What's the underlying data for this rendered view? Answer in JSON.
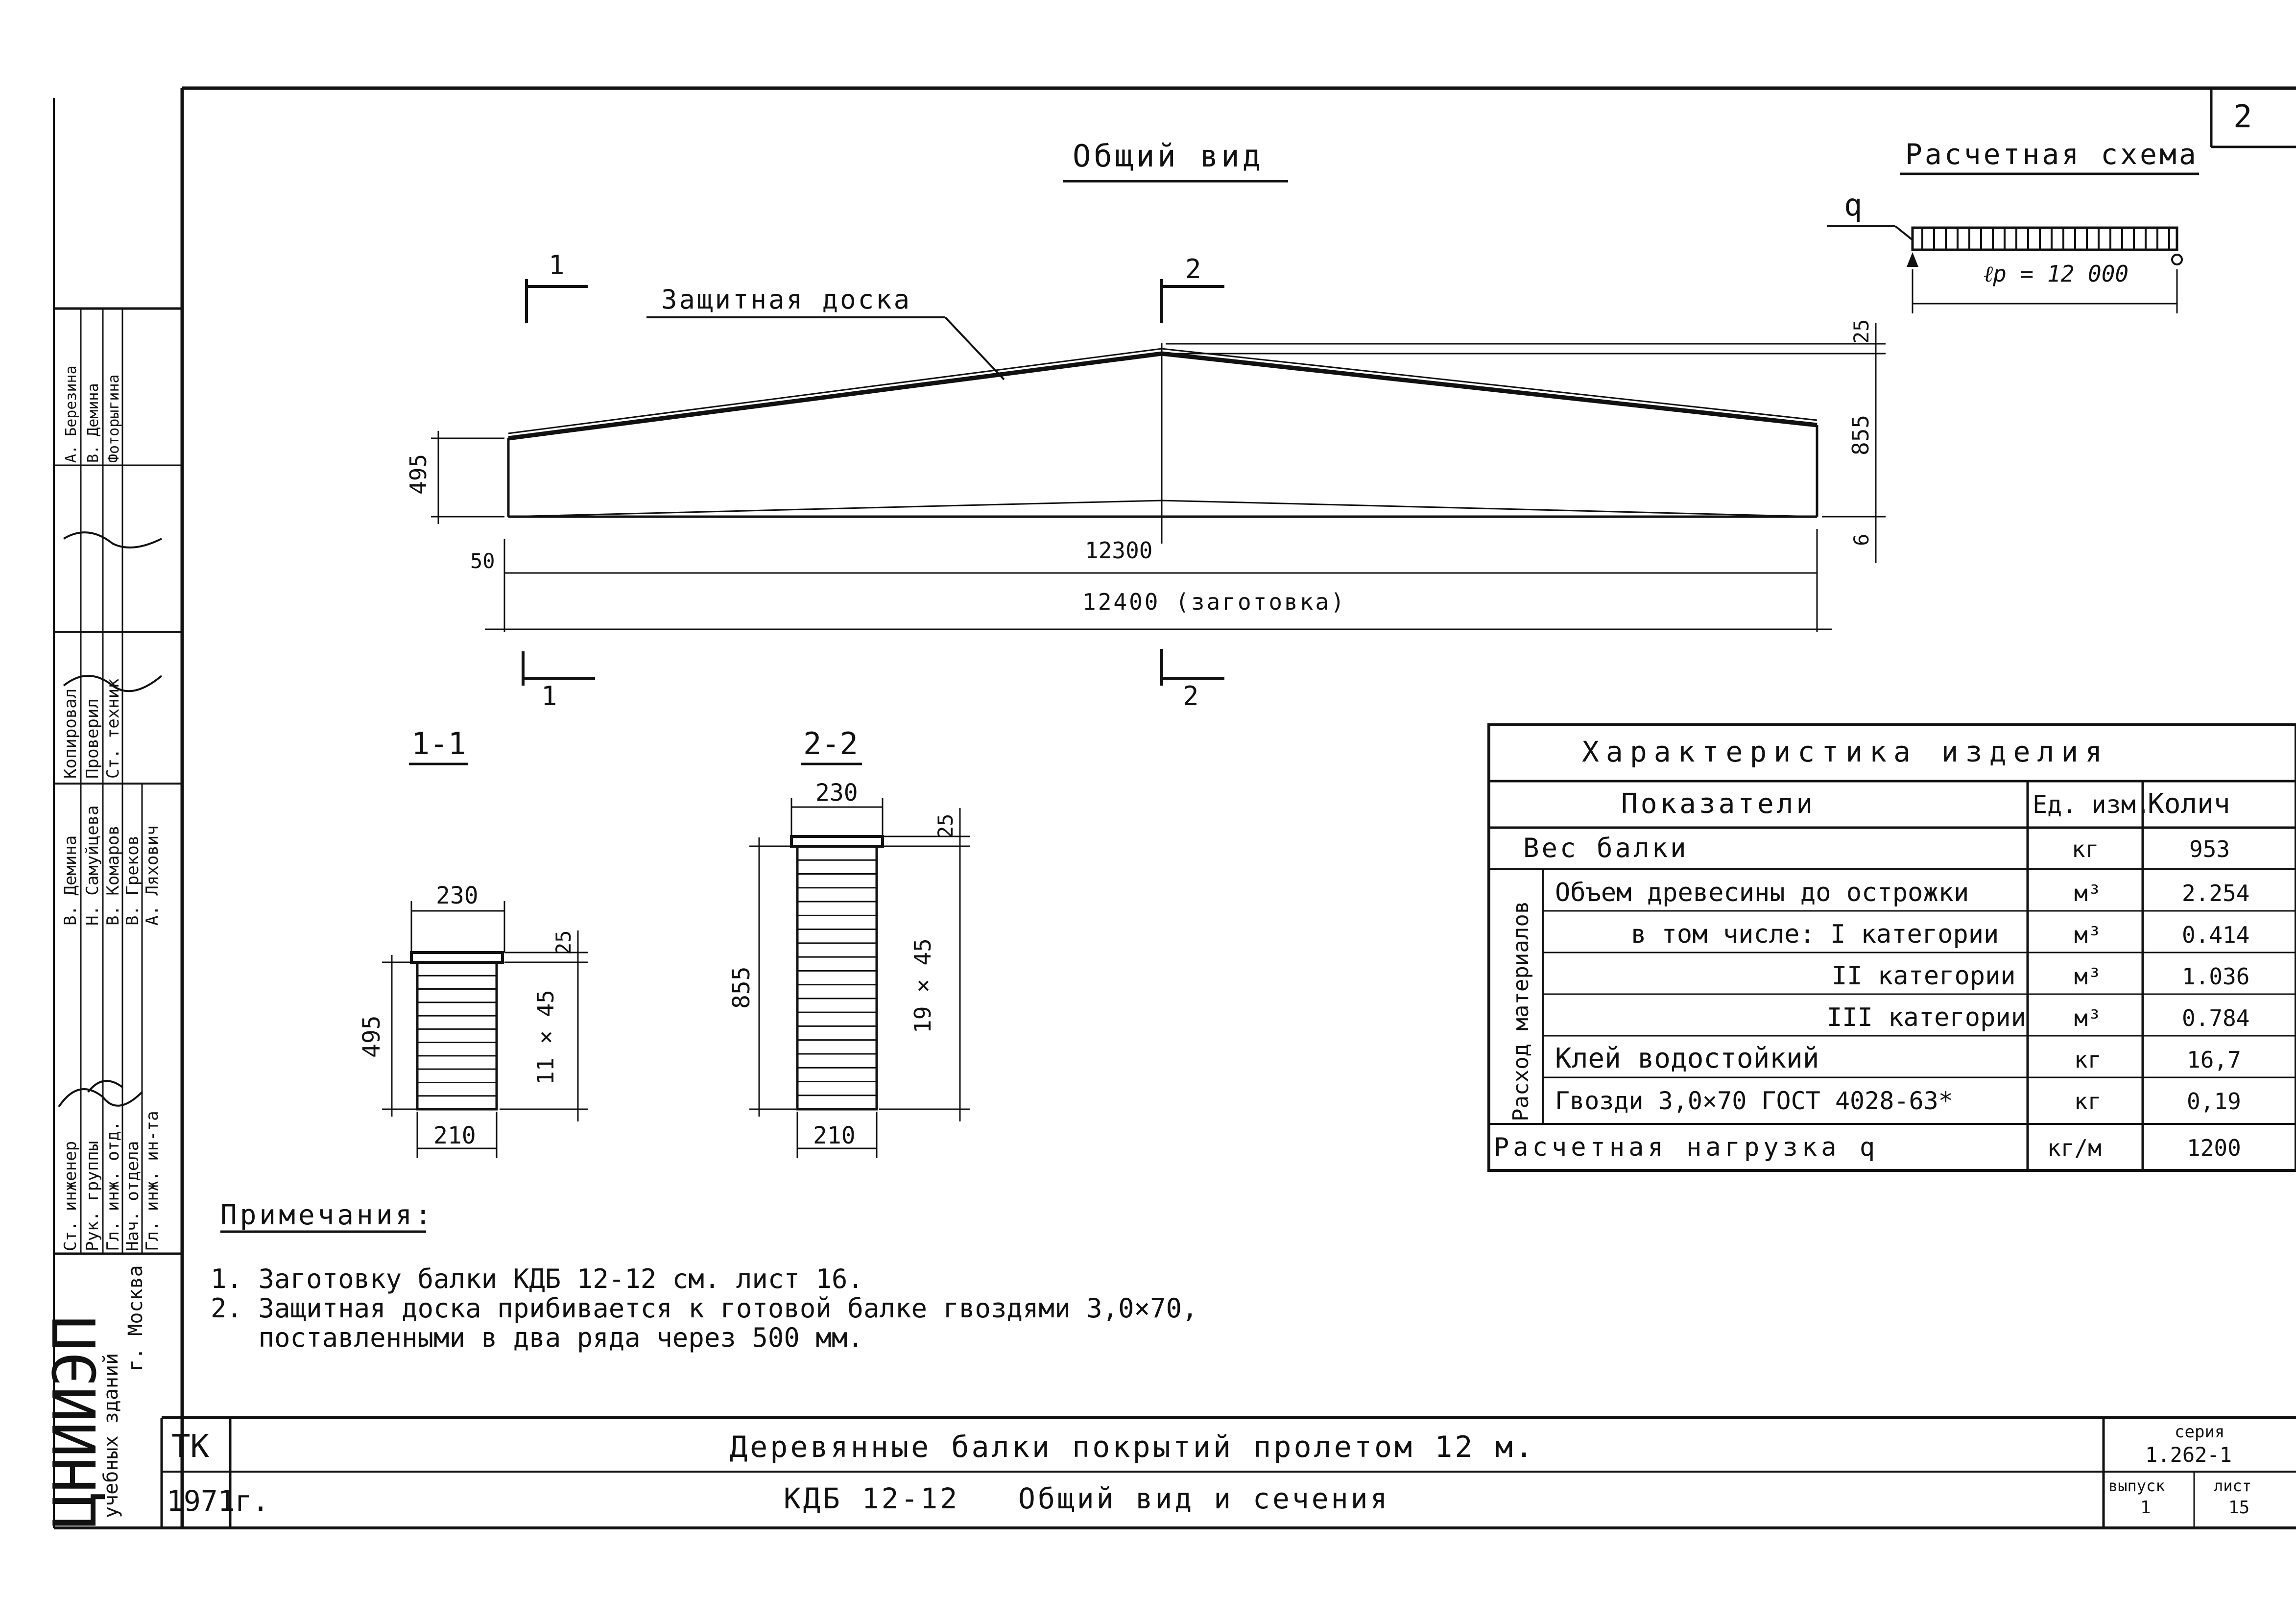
{
  "sheet_number": "2",
  "general_view": {
    "title": "Общий вид",
    "protective_board_label": "Защитная доска",
    "section_mark_1": "1",
    "section_mark_2": "2",
    "dim_top_board": "25",
    "dim_left_height": "495",
    "dim_mid_height": "855",
    "dim_right_offset": "6",
    "dim_left_offset": "50",
    "dim_span": "12300",
    "dim_blank": "12400 (заготовка)"
  },
  "design_scheme": {
    "title": "Расчетная схема",
    "load_label": "q",
    "span_label": "ℓр = 12 000"
  },
  "section_1_1": {
    "title": "1-1",
    "dim_top_width": "230",
    "dim_board": "25",
    "dim_height": "495",
    "dim_layers": "11 × 45",
    "dim_bottom_width": "210"
  },
  "section_2_2": {
    "title": "2-2",
    "dim_top_width": "230",
    "dim_board": "25",
    "dim_height": "855",
    "dim_layers": "19 × 45",
    "dim_bottom_width": "210"
  },
  "characteristics": {
    "title": "Характеристика изделия",
    "headers": [
      "Показатели",
      "Ед. изм.",
      "Колич"
    ],
    "side_label": "Расход материалов",
    "rows": [
      {
        "name": "Вес балки",
        "unit": "кг",
        "value": "953"
      },
      {
        "name": "Объем древесины до острожки",
        "unit": "м³",
        "value": "2.254"
      },
      {
        "name": "в том числе: I категории",
        "unit": "м³",
        "value": "0.414"
      },
      {
        "name": "II категории",
        "unit": "м³",
        "value": "1.036"
      },
      {
        "name": "III категории",
        "unit": "м³",
        "value": "0.784"
      },
      {
        "name": "Клей водостойкий",
        "unit": "кг",
        "value": "16,7"
      },
      {
        "name": "Гвозди 3,0×70 ГОСТ 4028-63*",
        "unit": "кг",
        "value": "0,19"
      },
      {
        "name": "Расчетная нагрузка q",
        "unit": "кг/м",
        "value": "1200"
      }
    ]
  },
  "notes": {
    "title": "Примечания:",
    "items": [
      "1. Заготовку балки КДБ 12-12 см. лист 16.",
      "2. Защитная доска прибивается к готовой балке гвоздями 3,0×70,",
      "   поставленными в два ряда через 500 мм."
    ]
  },
  "title_block": {
    "code": "ТК",
    "year": "1971г.",
    "title_line1": "Деревянные балки покрытий пролетом 12 м.",
    "title_line2": "КДБ 12-12   Общий вид и сечения",
    "series_label": "серия",
    "series_value": "1.262-1",
    "issue_label": "выпуск",
    "issue_value": "1",
    "sheet_label": "лист",
    "sheet_value": "15"
  },
  "side_stamp": {
    "org": "ЦНИИЭП",
    "org_sub": "учебных зданий",
    "city": "г. Москва",
    "roles": [
      "Ст. инженер",
      "Рук. группы",
      "Гл. инж. отд.",
      "Нач. отдела",
      "Гл. инж. ин-та"
    ],
    "names": [
      "В. Демина",
      "Н. Самуйцева",
      "В. Комаров",
      "В. Греков",
      "А. Ляхович"
    ],
    "roles2": [
      "Копировал",
      "Проверил",
      "Ст. техник"
    ],
    "names2": [
      "А. Березина",
      "В. Демина",
      "Фоторыгина"
    ]
  }
}
